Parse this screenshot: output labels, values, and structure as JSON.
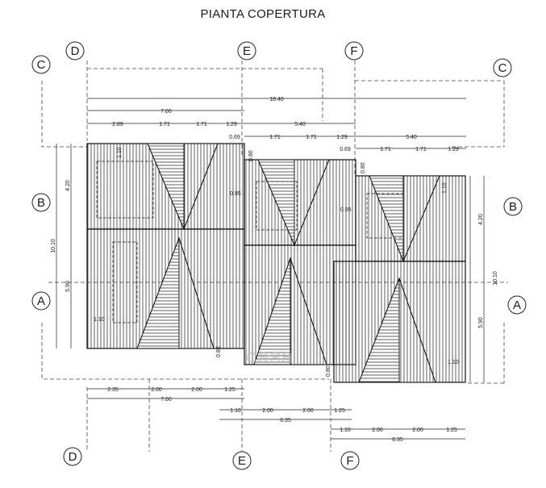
{
  "title": "PIANTA COPERTURA",
  "axes": {
    "A": "A",
    "B": "B",
    "C": "C",
    "D": "D",
    "E": "E",
    "F": "F"
  },
  "dims_top": {
    "total": "18.40",
    "d760": "7.60",
    "d289": "2.89",
    "d171a": "1.71",
    "d171b": "1.71",
    "d129a": "1.29",
    "d540a": "5.40",
    "d069a": "0.69",
    "d171c": "1.71",
    "d171d": "1.71",
    "d129b": "1.29",
    "d540b": "5.40",
    "d069b": "0.69",
    "d171e": "1.71",
    "d171f": "1.71",
    "d129c": "1.29"
  },
  "dims_left": {
    "total": "10.10",
    "upper": "4.20",
    "lower": "5.90"
  },
  "dims_right": {
    "total": "10.10",
    "upper": "4.20",
    "lower": "5.90"
  },
  "dims_bottom": {
    "row1": [
      "2.35",
      "2.00",
      "2.00",
      "1.25"
    ],
    "row1_total": "7.60",
    "row2": [
      "1.10",
      "2.00",
      "2.00",
      "1.25"
    ],
    "row2_total": "6.35",
    "row3": [
      "1.10",
      "2.00",
      "2.00",
      "1.25"
    ],
    "row3_total": "6.35"
  },
  "inner_labels": {
    "l110a": "1.10",
    "l095a": "0.95",
    "l080a": "0.80",
    "l095b": "0.95",
    "l080b": "0.80",
    "l110b": "1.10",
    "l110c": "1.10",
    "l080c": "0.80",
    "l080d": "0.80",
    "l110d": "1.10"
  },
  "watermark": "casa"
}
